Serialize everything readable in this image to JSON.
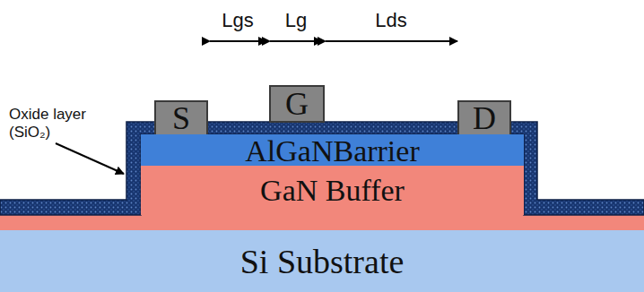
{
  "diagram": {
    "nodes": [
      {
        "text": [
          "S"
        ]
      },
      {
        "text": [
          "G"
        ]
      },
      {
        "text": [
          "D"
        ]
      },
      {
        "text": [
          "AlGaNBarrier"
        ]
      },
      {
        "text": [
          "GaN Buffer"
        ]
      },
      {
        "text": [
          "Si Substrate"
        ]
      }
    ],
    "labels": [
      "Lgs",
      "Lg",
      "Lds",
      "Oxide layer (SiO₂)"
    ]
  }
}
